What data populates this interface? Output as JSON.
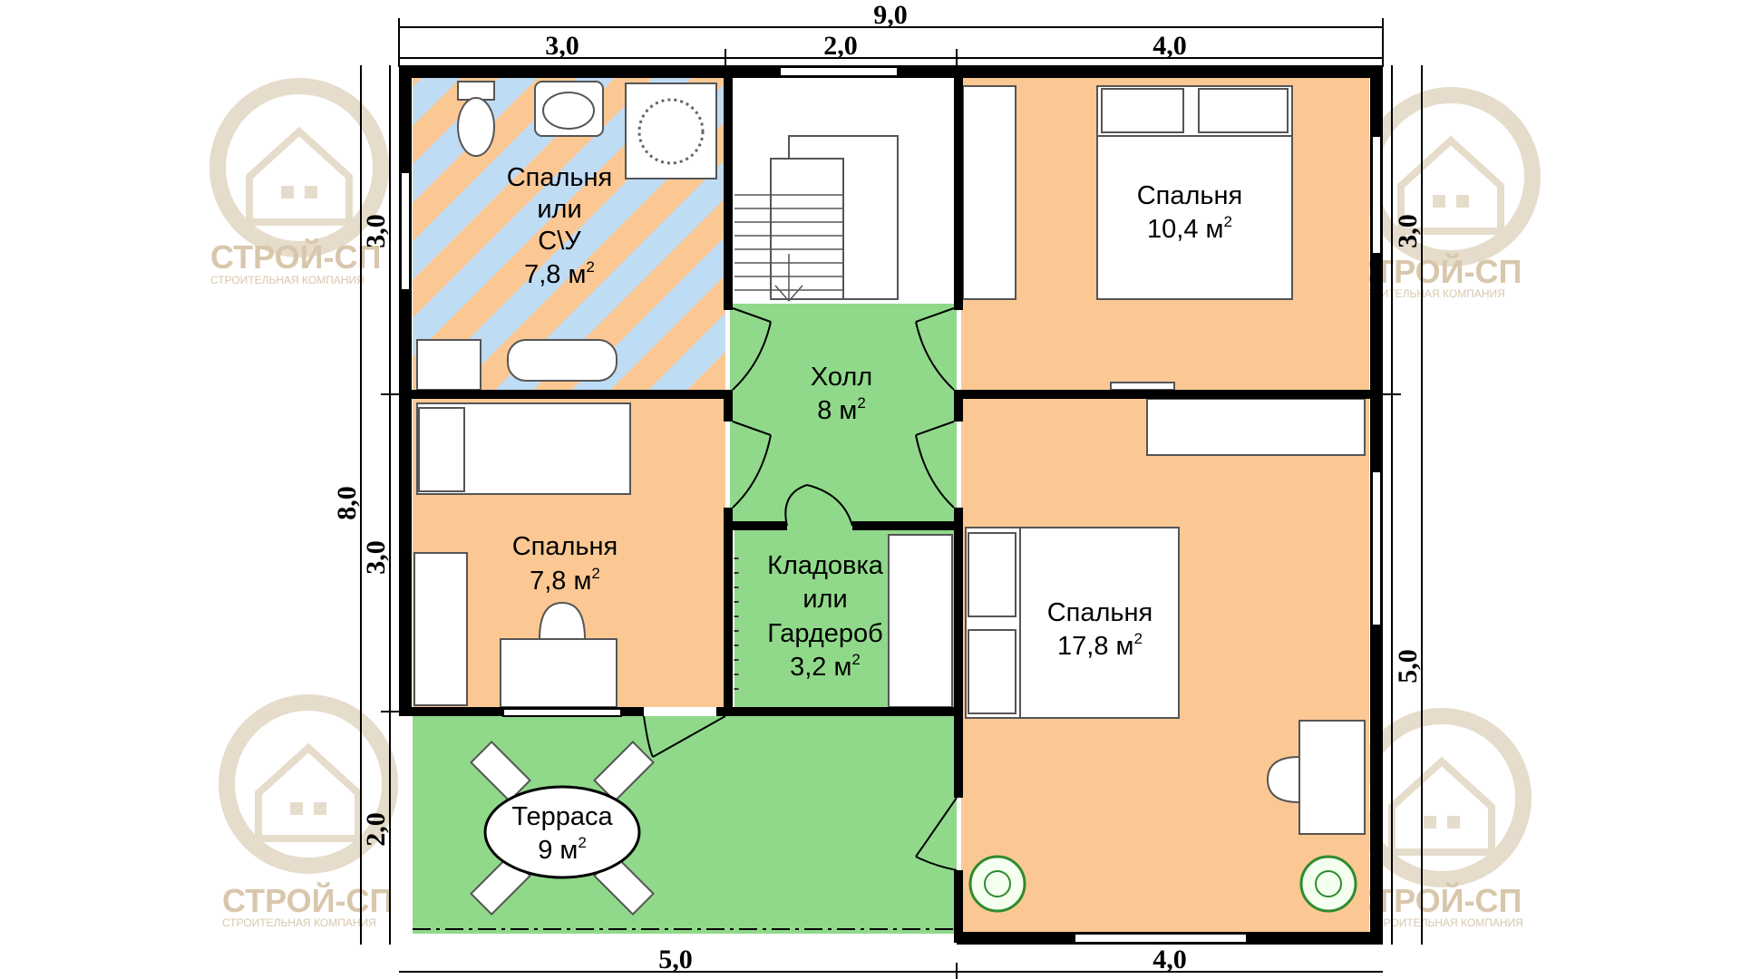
{
  "dimensions": {
    "overall_width": "9,0",
    "top_segments": [
      "3,0",
      "2,0",
      "4,0"
    ],
    "bottom_segments": [
      "5,0",
      "4,0"
    ],
    "overall_depth": "8,0",
    "left_segments": [
      "3,0",
      "3,0",
      "2,0"
    ],
    "right_segments": [
      "3,0",
      "5,0"
    ]
  },
  "rooms": {
    "bath": {
      "line1": "Спальня",
      "line2": "или",
      "line3": "С\\У",
      "area": "7,8 м"
    },
    "bedroom_ne": {
      "name": "Спальня",
      "area": "10,4 м"
    },
    "hall": {
      "name": "Холл",
      "area": "8 м"
    },
    "bedroom_w": {
      "name": "Спальня",
      "area": "7,8 м"
    },
    "storage": {
      "line1": "Кладовка",
      "line2": "или",
      "line3": "Гардероб",
      "area": "3,2 м"
    },
    "bedroom_se": {
      "name": "Спальня",
      "area": "17,8 м"
    },
    "terrace": {
      "name": "Терраса",
      "area": "9 м"
    }
  },
  "area_superscript": "2",
  "watermark": {
    "title": "СТРОЙ-СП",
    "subtitle": "СТРОИТЕЛЬНАЯ КОМПАНИЯ"
  },
  "colors": {
    "room_orange": "#fbc894",
    "hall_green": "#90d98a",
    "bath_blue": "#bfdcf5",
    "wall": "#000000"
  }
}
